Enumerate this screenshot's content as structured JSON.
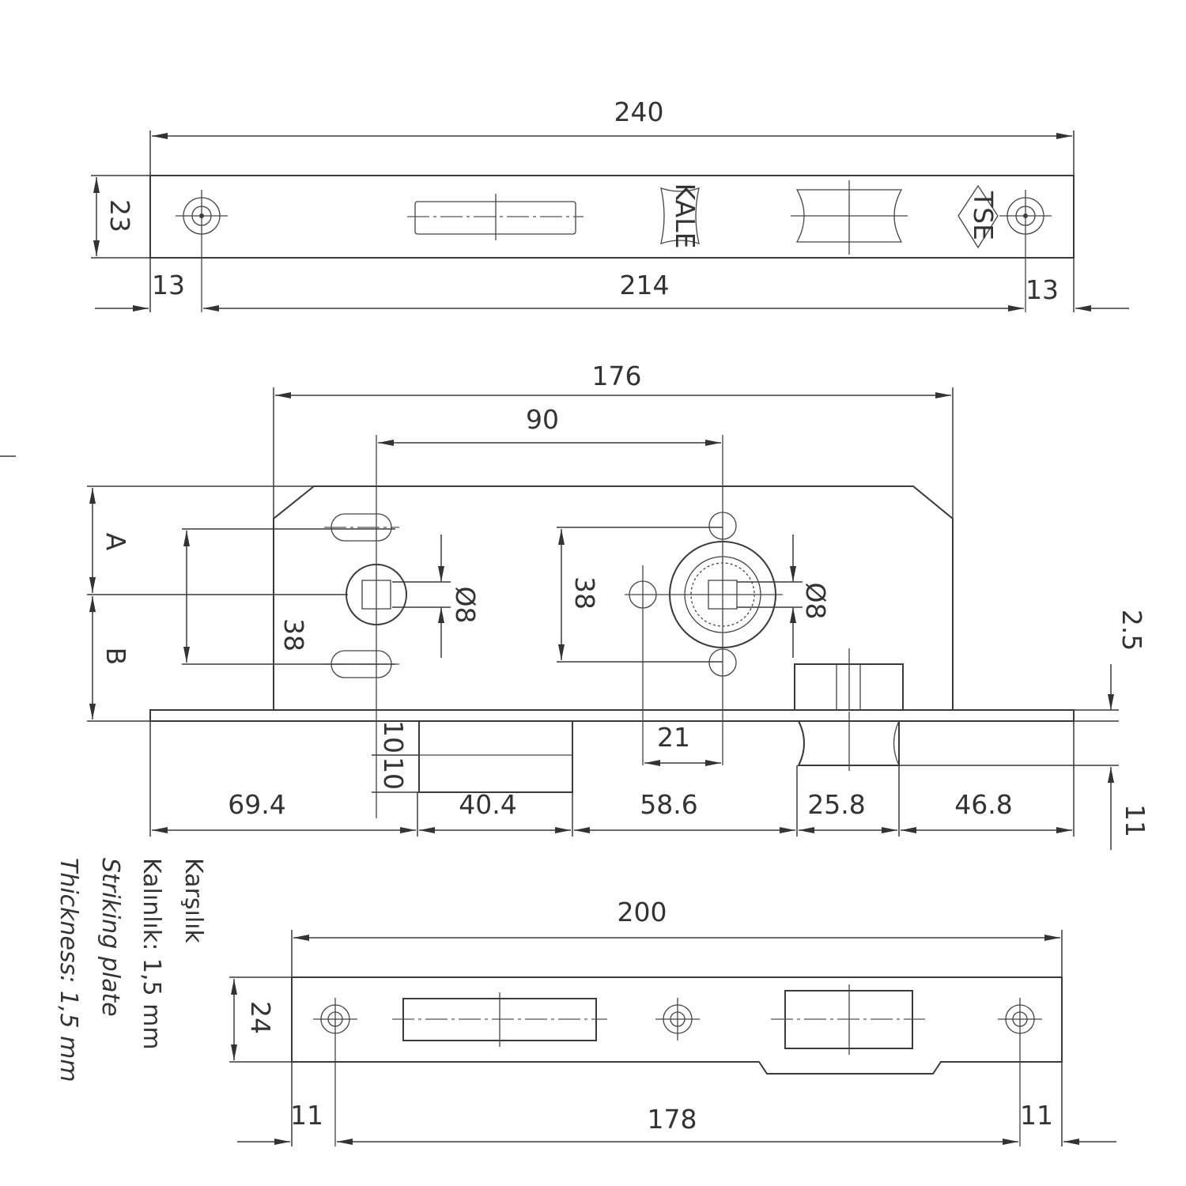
{
  "top_view": {
    "dim_total": "240",
    "dim_height": "23",
    "dim_left": "13",
    "dim_between": "214",
    "dim_right": "13",
    "logo_brand": "KALE",
    "logo_cert": "TSE"
  },
  "lock_body": {
    "dim_body": "176",
    "dim_backset_spacing": "90",
    "dim_A": "A",
    "dim_B": "B",
    "dim_left_38": "38",
    "dim_right_38": "38",
    "dim_left_dia": "Ø8",
    "dim_right_dia": "Ø8",
    "dim_21": "21",
    "dim_10a": "10",
    "dim_10b": "10",
    "dim_2_5": "2.5",
    "dim_11": "11",
    "bottom_dims": [
      "69.4",
      "40.4",
      "58.6",
      "25.8",
      "46.8"
    ]
  },
  "striking_plate": {
    "dim_total": "200",
    "dim_height": "24",
    "dim_left": "11",
    "dim_between": "178",
    "dim_right": "11"
  },
  "notes": [
    "Karşılık",
    "Kalınlık: 1,5 mm",
    "Striking plate",
    "Thickness: 1,5 mm"
  ]
}
